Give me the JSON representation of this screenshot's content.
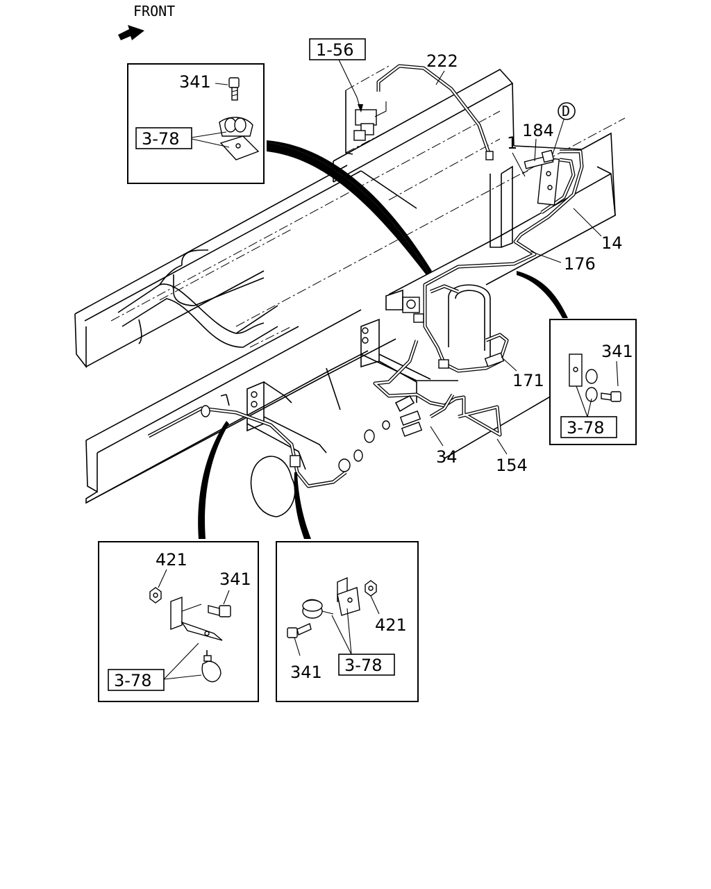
{
  "direction": {
    "front_label": "FRONT"
  },
  "reference_tags": {
    "ref_1_56": "1-56",
    "ref_3_78": "3-78",
    "detail_marker": "D"
  },
  "part_numbers": {
    "p222": "222",
    "p184": "184",
    "p1": "1",
    "p14": "14",
    "p176": "176",
    "p171": "171",
    "p34": "34",
    "p154": "154",
    "p341": "341",
    "p421": "421"
  }
}
